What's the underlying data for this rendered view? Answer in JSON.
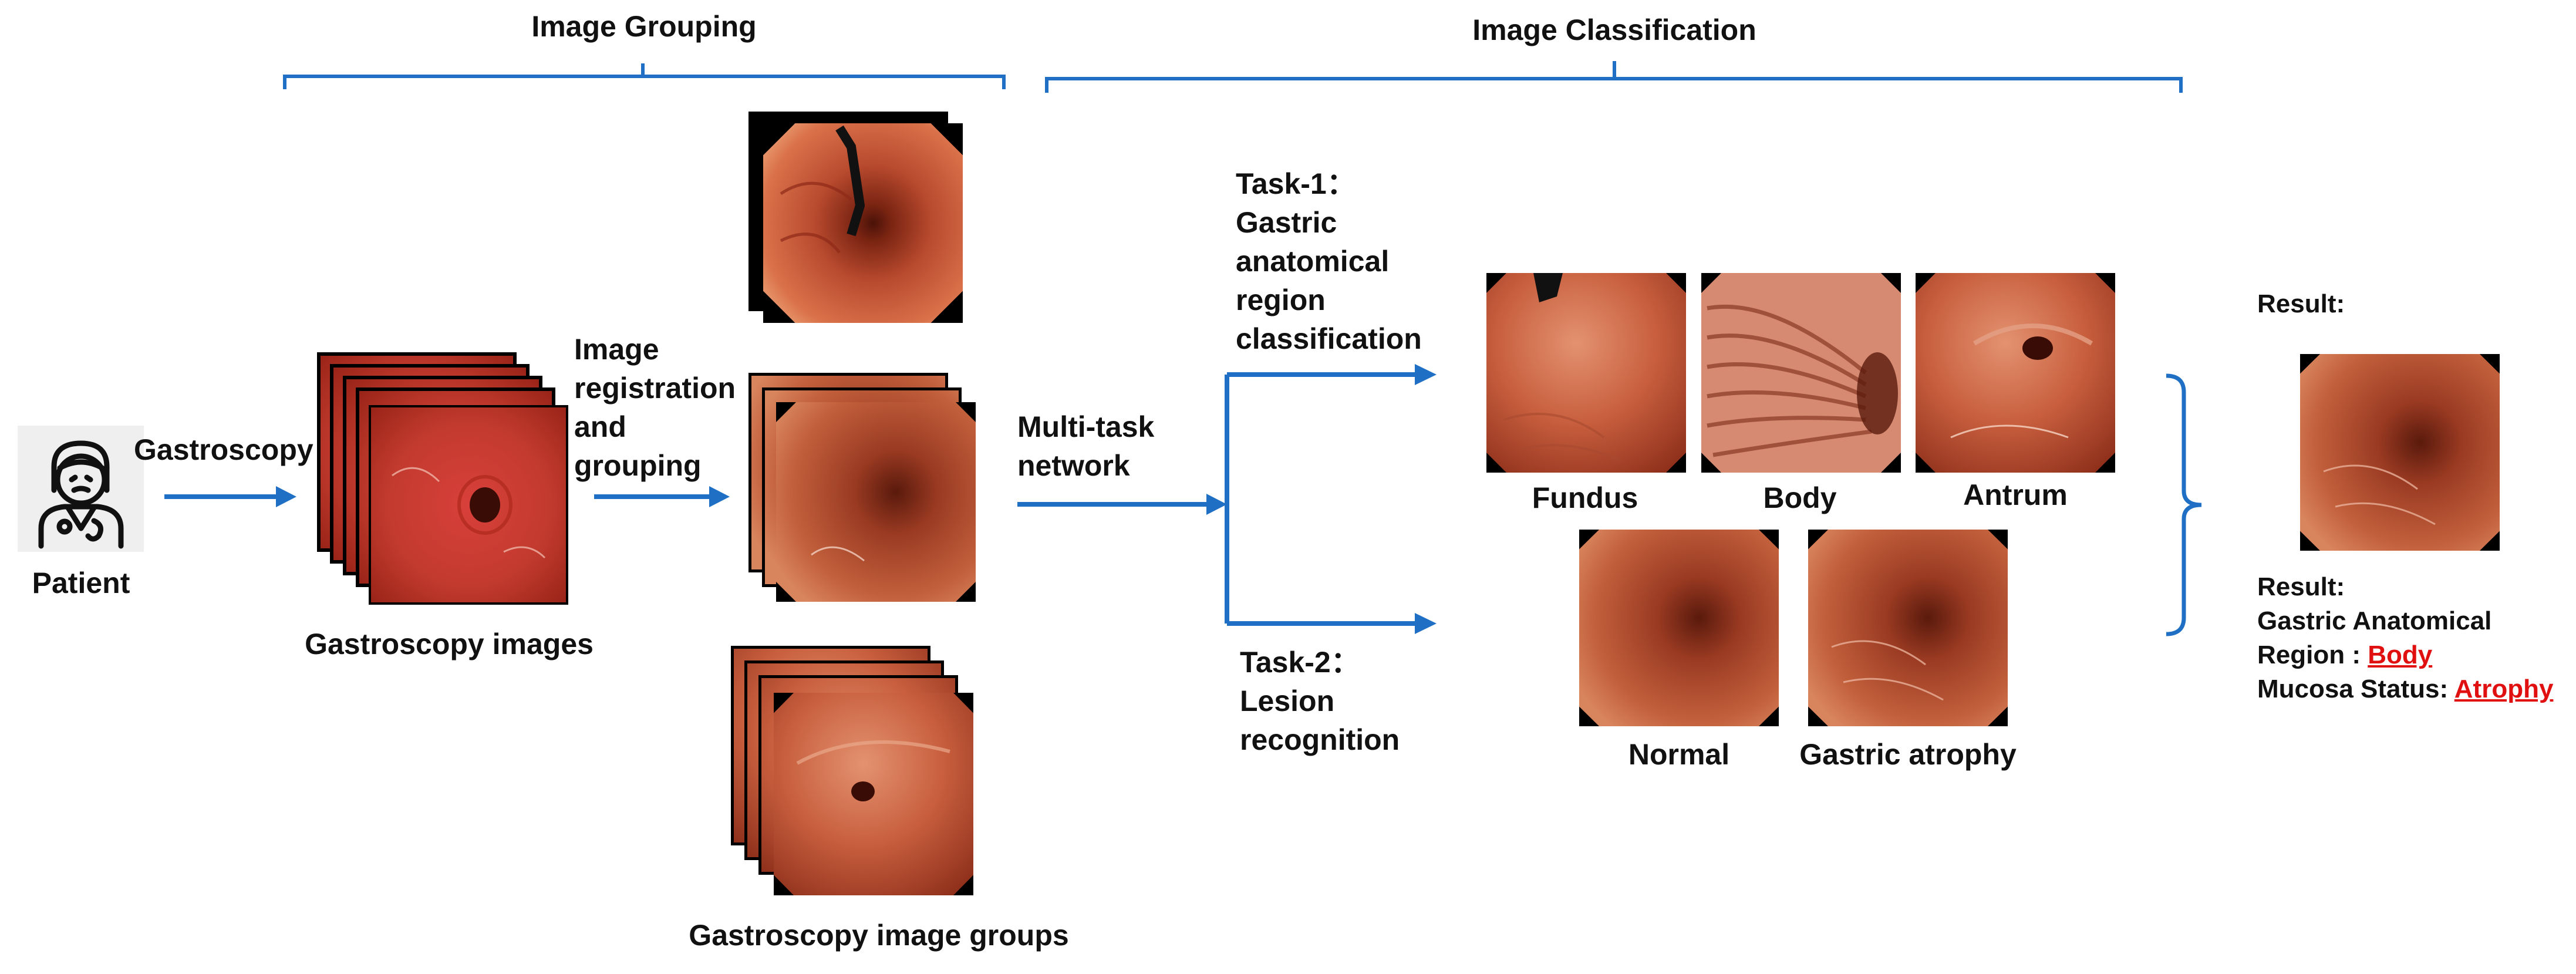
{
  "sections": {
    "grouping_title": "Image Grouping",
    "classification_title": "Image Classification"
  },
  "patient": {
    "icon": "patient-icon",
    "label": "Patient"
  },
  "flow": {
    "gastroscopy": "Gastroscopy",
    "gastroscopy_images": "Gastroscopy images",
    "registration": [
      "Image",
      "registration",
      "and",
      "grouping"
    ],
    "image_groups": "Gastroscopy image groups",
    "network": [
      "Multi-task",
      "network"
    ]
  },
  "task1": {
    "lines": [
      "Task-1：",
      "Gastric",
      "anatomical",
      "region",
      "classification"
    ],
    "classes": [
      "Fundus",
      "Body",
      "Antrum"
    ]
  },
  "task2": {
    "lines": [
      "Task-2：",
      "Lesion",
      "recognition"
    ],
    "classes": [
      "Normal",
      "Gastric atrophy"
    ]
  },
  "result": {
    "title_top": "Result:",
    "title": "Result:",
    "line1": "Gastric Anatomical",
    "region_label": "Region :",
    "region_value": "Body",
    "mucosa_label": "Mucosa Status:",
    "mucosa_value": "Atrophy"
  },
  "colors": {
    "arrow": "#1f6fc5",
    "highlight": "#e01010",
    "tissue": "#b84a2e"
  }
}
